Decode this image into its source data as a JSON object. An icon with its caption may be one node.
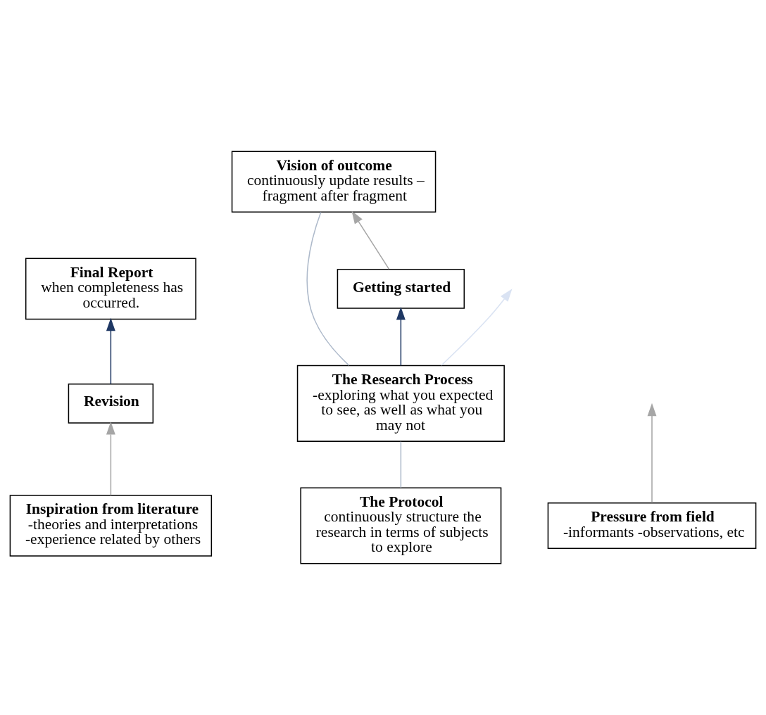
{
  "diagram": {
    "nodes": [
      {
        "text": [
          "Final Report",
          "when completeness has occurred."
        ]
      },
      {
        "text": [
          "The Protocol",
          "continuously structure the research in terms of subjects to explore"
        ]
      },
      {
        "text": [
          "Vision of outcome",
          "continuously update results – fragment after fragment"
        ]
      },
      {
        "text": [
          "The Research Process",
          "-exploring what you expected to see, as well as what you may not"
        ]
      },
      {
        "text": [
          "Getting started"
        ]
      },
      {
        "text": [
          "Revision"
        ]
      },
      {
        "text": [
          "Pressure from field",
          "-informants -observations, etc"
        ]
      },
      {
        "text": [
          "Inspiration from literature",
          "-theories and interpretations -experience related by others"
        ]
      }
    ],
    "edges": [
      {
        "from": 1,
        "to": 3,
        "arrow": "none",
        "color": "#adb9ca"
      },
      {
        "from": 3,
        "to": 2,
        "arrow": "none",
        "color": "#adb9ca"
      },
      {
        "from": 3,
        "to": 4,
        "arrow": "to",
        "color": "#1f3864"
      },
      {
        "from": 4,
        "to": 2,
        "arrow": "to",
        "color": "#a6a6a6"
      },
      {
        "from": 3,
        "to": null,
        "arrow": "to",
        "color": "#dae3f3"
      },
      {
        "from": 6,
        "to": null,
        "arrow": "to",
        "color": "#a6a6a6"
      },
      {
        "from": 7,
        "to": 5,
        "arrow": "to",
        "color": "#a6a6a6"
      },
      {
        "from": 5,
        "to": 0,
        "arrow": "to",
        "color": "#1f3864"
      }
    ]
  }
}
